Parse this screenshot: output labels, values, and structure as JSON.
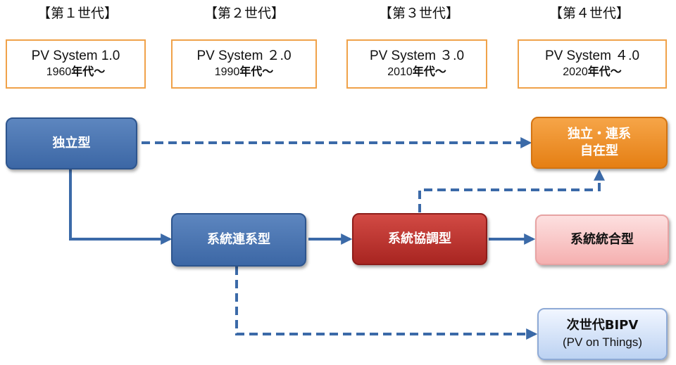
{
  "generations": [
    {
      "title": "【第１世代】",
      "system": "PV System 1.0",
      "year": "1960",
      "suffix": "年代～"
    },
    {
      "title": "【第２世代】",
      "system": "PV System ２.0",
      "year": "1990",
      "suffix": "年代～"
    },
    {
      "title": "【第３世代】",
      "system": "PV System ３.0",
      "year": "2010",
      "suffix": "年代～"
    },
    {
      "title": "【第４世代】",
      "system": "PV System ４.0",
      "year": "2020",
      "suffix": "年代～"
    }
  ],
  "nodes": {
    "standalone": "独立型",
    "grid_connected": "系統連系型",
    "grid_cooperative": "系統協調型",
    "standalone_grid_flexible": [
      "独立・連系",
      "自在型"
    ],
    "grid_integrated": "系統統合型",
    "next_gen_bipv": {
      "line1": "次世代BIPV",
      "line2": "(PV on Things)"
    }
  },
  "colors": {
    "gen_border": "#f0a24a",
    "blue": "#3c67a5",
    "red": "#a82521",
    "orange": "#e57f14",
    "pink": "#f5b0b0",
    "light_blue": "#bcd2f2",
    "arrow": "#3b6aa8"
  }
}
